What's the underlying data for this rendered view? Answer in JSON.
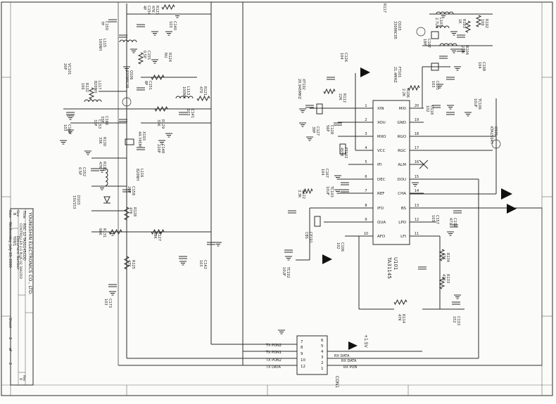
{
  "ic": {
    "ref": "U101",
    "part": "TA31145",
    "pins_left": [
      {
        "num": "1",
        "name": "XIN"
      },
      {
        "num": "2",
        "name": "XOU"
      },
      {
        "num": "3",
        "name": "MXO"
      },
      {
        "num": "4",
        "name": "VCC"
      },
      {
        "num": "5",
        "name": "IFI"
      },
      {
        "num": "6",
        "name": "DEC"
      },
      {
        "num": "7",
        "name": "REF"
      },
      {
        "num": "8",
        "name": "IFO"
      },
      {
        "num": "9",
        "name": "QUA"
      },
      {
        "num": "10",
        "name": "AFO"
      }
    ],
    "pins_right": [
      {
        "num": "20",
        "name": "MXI"
      },
      {
        "num": "19",
        "name": "GND"
      },
      {
        "num": "18",
        "name": "RGO"
      },
      {
        "num": "17",
        "name": "RGC"
      },
      {
        "num": "16",
        "name": "ALM"
      },
      {
        "num": "15",
        "name": "DOU"
      },
      {
        "num": "14",
        "name": "CHA"
      },
      {
        "num": "13",
        "name": "BS"
      },
      {
        "num": "12",
        "name": "LPO"
      },
      {
        "num": "11",
        "name": "LFI"
      }
    ]
  },
  "connector": {
    "ref": "CON1",
    "pins_left": [
      "7",
      "8",
      "9",
      "10",
      "12"
    ],
    "pins_right": [
      "6",
      "5",
      "4",
      "3",
      "2",
      "1"
    ],
    "net_labels": [
      "TX PON2",
      "TX PON1",
      "RX DATA",
      "TX PON2",
      "TX DATA",
      "RX PON",
      "RX DATA"
    ],
    "supply": "+1.5V"
  },
  "title_block": {
    "company": "YOUNGSHIN ELECTRONICS CO., LTD.",
    "title_label": "Title",
    "title_line1": "RSC 12 TA31145CDD",
    "title_line2": "CONTROLLER 2.0 PLUS 02 36A2DD",
    "size_label": "Size",
    "size": "B",
    "docnum_label": "Document Number",
    "docnum": "Y09/1",
    "rev_label": "Rev",
    "rev": "0",
    "date_label": "Date",
    "date": "Wednesday, July 19, 2000",
    "sheet_label": "Sheet",
    "sheet_num": "2",
    "sheet_of": "of",
    "sheet_total": "2"
  },
  "components": [
    {
      "ref": "C154",
      "val": "4P"
    },
    {
      "ref": "R123",
      "val": "47K"
    },
    {
      "ref": "C140",
      "val": "103"
    },
    {
      "ref": "C150",
      "val": "7P"
    },
    {
      "ref": "L115",
      "val": "100NH"
    },
    {
      "ref": "C155",
      "val": "0.5P"
    },
    {
      "ref": "R124",
      "val": "NU"
    },
    {
      "ref": "Q106",
      "val": "3309RC05"
    },
    {
      "ref": "VC101",
      "val": "20P"
    },
    {
      "ref": "L117",
      "val": "820NH"
    },
    {
      "ref": "R132",
      "val": "100"
    },
    {
      "ref": "C151",
      "val": "8P"
    },
    {
      "ref": "L113",
      "val": "100NH"
    },
    {
      "ref": "R121",
      "val": "470"
    },
    {
      "ref": "C153",
      "val": "33P"
    },
    {
      "ref": "C160",
      "val": "33P"
    },
    {
      "ref": "C164",
      "val": "103"
    },
    {
      "ref": "R129",
      "val": "33K"
    },
    {
      "ref": "C141",
      "val": "103"
    },
    {
      "ref": "X103",
      "val": "44.745M"
    },
    {
      "ref": "R130",
      "val": "33K"
    },
    {
      "ref": "C148",
      "val": "220P"
    },
    {
      "ref": "R120",
      "val": "47K"
    },
    {
      "ref": "C152",
      "val": "0.5P"
    },
    {
      "ref": "L116",
      "val": "820NH"
    },
    {
      "ref": "C158",
      "val": "20P"
    },
    {
      "ref": "D103",
      "val": "1SV153"
    },
    {
      "ref": "R128",
      "val": "47K"
    },
    {
      "ref": "R131",
      "val": "68K"
    },
    {
      "ref": "R127",
      "val": "68K"
    },
    {
      "ref": "C142",
      "val": "103"
    },
    {
      "ref": "R125",
      "val": "47K"
    },
    {
      "ref": "C173",
      "val": "103"
    },
    {
      "ref": "R102",
      "val": "100"
    },
    {
      "ref": "R103",
      "val": "1K"
    },
    {
      "ref": "L103",
      "val": "2.7UH"
    },
    {
      "ref": "Q103",
      "val": "3309RC05"
    },
    {
      "ref": "C107",
      "val": "18P"
    },
    {
      "ref": "R104",
      "val": "2.2K"
    },
    {
      "ref": "C108",
      "val": "104"
    },
    {
      "ref": "FT101",
      "val": "21.4MHZ"
    },
    {
      "ref": "R106",
      "val": "2.2K"
    },
    {
      "ref": "C105",
      "val": "103"
    },
    {
      "ref": "C126",
      "val": "104"
    },
    {
      "ref": "XT102",
      "val": "20.945MHZ"
    },
    {
      "ref": "R112",
      "val": "22K"
    },
    {
      "ref": "C118",
      "val": "102"
    },
    {
      "ref": "TC106",
      "val": "10UF"
    },
    {
      "ref": "C128",
      "val": "56P"
    },
    {
      "ref": "C127",
      "val": "39P"
    },
    {
      "ref": "FT102",
      "val": "455E"
    },
    {
      "ref": "Q101",
      "val": "KTA1504Y"
    },
    {
      "ref": "C167",
      "val": "104"
    },
    {
      "ref": "TC103",
      "val": "10UF"
    },
    {
      "ref": "R122",
      "val": "3.3K"
    },
    {
      "ref": "CF101",
      "val": "C8S"
    },
    {
      "ref": "C106",
      "val": "102"
    },
    {
      "ref": "C157",
      "val": "103"
    },
    {
      "ref": "C132",
      "val": "471"
    },
    {
      "ref": "R134",
      "val": "47K"
    },
    {
      "ref": "R133",
      "val": "47K"
    },
    {
      "ref": "TC102",
      "val": "10UF"
    },
    {
      "ref": "R114",
      "val": "47K"
    },
    {
      "ref": "C133",
      "val": "152"
    },
    {
      "ref": "R117",
      "val": ""
    }
  ]
}
